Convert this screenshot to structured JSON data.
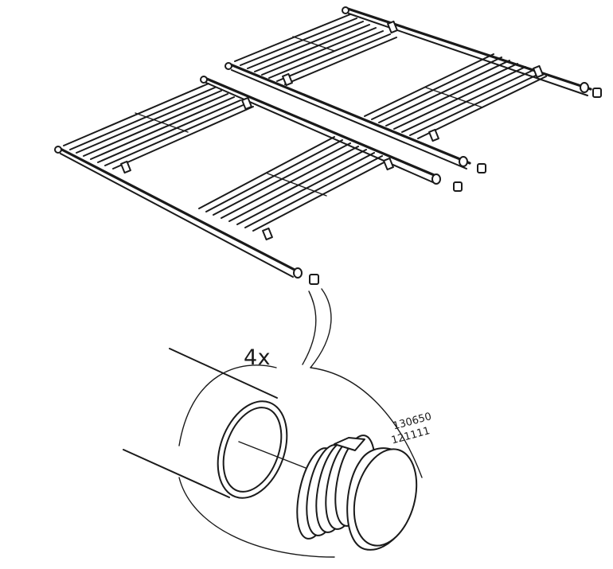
{
  "callout": {
    "quantity_label": "4x"
  },
  "part_numbers": [
    "130650",
    "121111"
  ]
}
